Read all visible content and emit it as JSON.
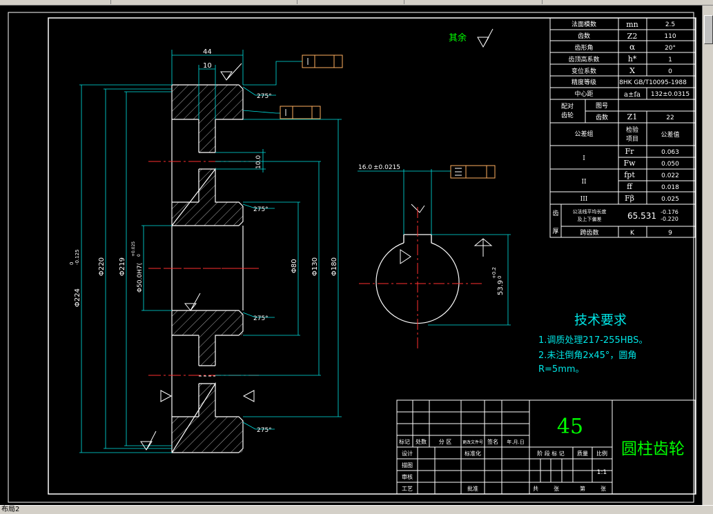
{
  "status": {
    "tab_label": "布局2"
  },
  "notes": {
    "surface_rest": "其余"
  },
  "dimensions": {
    "hub_width": "44",
    "web_width": "10",
    "keyway_depth": "10.0",
    "tip_diameter": "Φ224",
    "tip_tol_upper": "0",
    "tip_tol_lower": "-0.125",
    "d220": "Φ220",
    "d219": "Φ219",
    "bore": "Φ50.0H7(",
    "bore_tol_upper": "+0.025",
    "bore_tol_lower": "0",
    "d80": "Φ80",
    "d130": "Φ130",
    "d180": "Φ180",
    "key_width": "16.0",
    "key_width_tol": "±0.0215",
    "key_height": "53.9",
    "key_height_upper": "+0.2",
    "key_height_lower": "0",
    "chamfer1": "275°",
    "chamfer2": "275°",
    "chamfer3": "275°",
    "chamfer4": "275°"
  },
  "tech_requirements": {
    "title": "技术要求",
    "line1": "1.调质处理217-255HBS。",
    "line2": "2.未注倒角2x45°，圆角",
    "line3": "R=5mm。"
  },
  "param_table": {
    "rows": [
      {
        "name": "法面模数",
        "sym": "mn",
        "val": "2.5"
      },
      {
        "name": "齿数",
        "sym": "Z2",
        "val": "110"
      },
      {
        "name": "齿形角",
        "sym": "α",
        "val": "20°"
      },
      {
        "name": "齿顶高系数",
        "sym": "h*",
        "val": "1"
      },
      {
        "name": "变位系数",
        "sym": "X",
        "val": "0"
      }
    ],
    "precision_label": "精度等级",
    "precision_val": "8HK GB/T10095-1988",
    "center_label": "中心距",
    "center_sym": "a±fa",
    "center_val": "132±0.0315",
    "mate_label1": "配对",
    "mate_label2": "齿轮",
    "drawing_no": "图号",
    "tooth_count": "齿数",
    "mate_sym": "Z1",
    "mate_val": "22",
    "tol_group": "公差组",
    "check_item1": "检验",
    "check_item2": "项目",
    "tol_value": "公差值",
    "tol_rows": [
      {
        "group": "I",
        "sym": "Fr",
        "val": "0.063"
      },
      {
        "group": "",
        "sym": "Fw",
        "val": "0.050"
      },
      {
        "group": "II",
        "sym": "fpt",
        "val": "0.022"
      },
      {
        "group": "",
        "sym": "ff",
        "val": "0.018"
      },
      {
        "group": "III",
        "sym": "Fβ",
        "val": "0.025"
      }
    ],
    "common_normal1": "公法线平均长度",
    "common_normal2": "及上下偏差",
    "common_normal_val": "65.531",
    "common_normal_upper": "-0.176",
    "common_normal_lower": "-0.220",
    "side_label1": "齿",
    "side_label2": "厚",
    "span_label": "跨齿数",
    "span_sym": "K",
    "span_val": "9"
  },
  "title_block": {
    "material": "45",
    "part_name": "圆柱齿轮",
    "mark": "标记",
    "count": "处数",
    "zone": "分 区",
    "doc_no": "更改文件号",
    "sign": "签名",
    "date": "年.月.日",
    "design": "设计",
    "standard": "标准化",
    "draw": "描图",
    "review": "审核",
    "process": "工艺",
    "approve": "批准",
    "stage": "阶 段 标 记",
    "weight": "质量",
    "ratio": "比例",
    "scale": "1:1",
    "total": "共",
    "sheet": "张",
    "no": "第",
    "sheet2": "张"
  }
}
